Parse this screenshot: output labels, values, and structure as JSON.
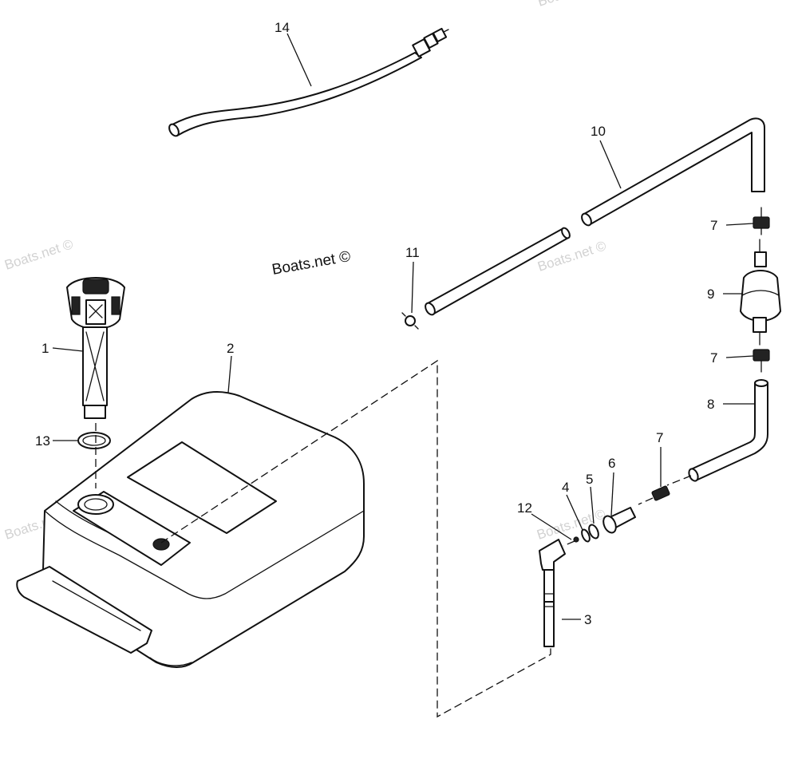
{
  "watermarks": {
    "main": "Boats.net ©",
    "faint": "Boats.net ©"
  },
  "callouts": {
    "c1": "1",
    "c2": "2",
    "c3": "3",
    "c4": "4",
    "c5": "5",
    "c6": "6",
    "c7a": "7",
    "c7b": "7",
    "c7c": "7",
    "c8": "8",
    "c9": "9",
    "c10": "10",
    "c11": "11",
    "c12": "12",
    "c13": "13",
    "c14": "14"
  }
}
